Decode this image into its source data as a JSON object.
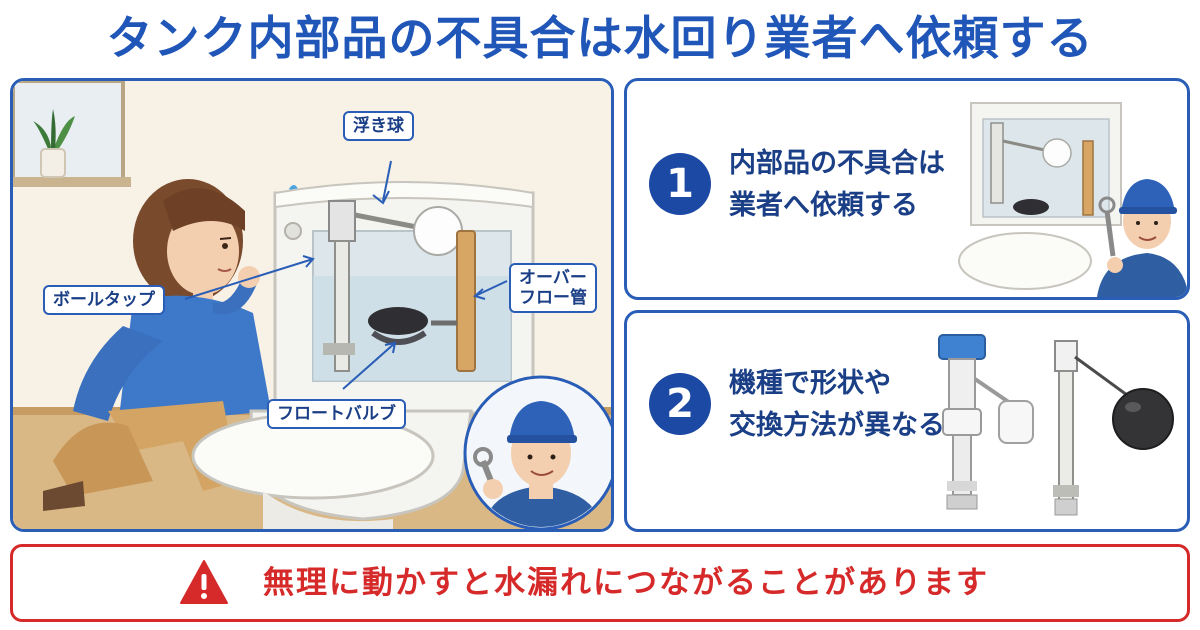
{
  "title": "タンク内部品の不具合は水回り業者へ依頼する",
  "main_panel": {
    "labels": {
      "float_ball": "浮き球",
      "ball_tap": "ボールタップ",
      "overflow_line1": "オーバー",
      "overflow_line2": "フロー管",
      "flot_valve": "フロートバルブ"
    }
  },
  "steps": [
    {
      "number": "1",
      "line1": "内部品の不具合は",
      "line2": "業者へ依頼する"
    },
    {
      "number": "2",
      "line1": "機種で形状や",
      "line2": "交換方法が異なる"
    }
  ],
  "warning": {
    "icon": "warning-triangle-icon",
    "text": "無理に動かすと水漏れにつながることがあります"
  },
  "colors": {
    "title_blue": "#1f56b8",
    "border_blue": "#2a5db6",
    "circle_blue": "#1b49a3",
    "warning_red": "#d62a2a"
  }
}
